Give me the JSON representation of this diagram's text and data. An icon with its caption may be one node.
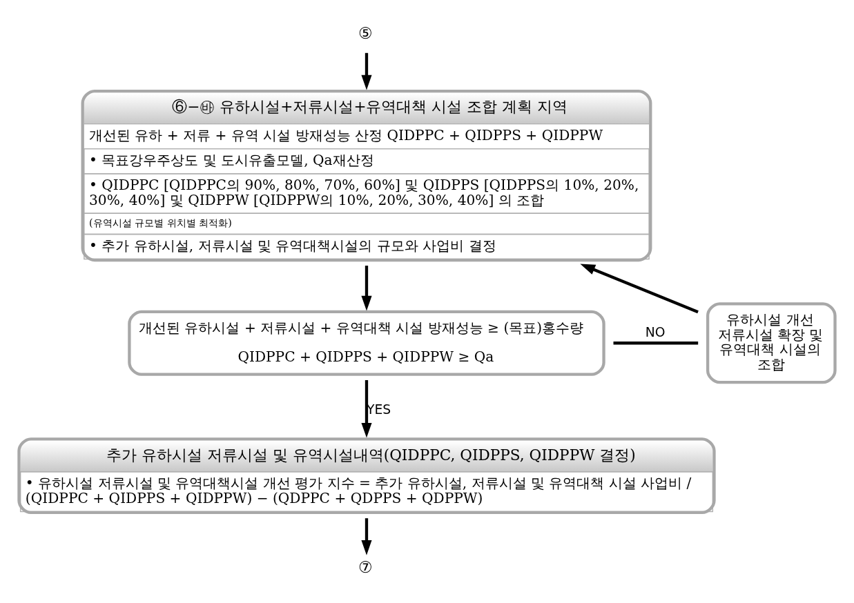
{
  "diagram": {
    "nodes": [
      {
        "text": [
          "⑤"
        ]
      },
      {
        "text": [
          "⑥−㉳ 유하시설+저류시설+유역대책 시설 조합 계획 지역",
          "개선된 유하 + 저류 + 유역 시설 방재성능 산정 QIDPPC + QIDPPS + QIDPPW",
          "• 목표강우주상도 및 도시유출모델, Qa재산정",
          "• QIDPPC [QIDPPC의 90%, 80%, 70%, 60%] 및 QIDPPS [QIDPPS의 10%, 20%, 30%, 40%] 및 QIDPPW [QIDPPW의 10%, 20%, 30%, 40%] 의 조합",
          "(유역시설 규모별 위치별 최적화)",
          "• 추가 유하시설, 저류시설 및 유역대책시설의 규모와 사업비 결정"
        ]
      },
      {
        "text": [
          "개선된 유하시설 + 저류시설 + 유역대책 시설 방재성능 ≥ (목표)홍수량",
          "QIDPPC + QIDPPS + QIDPPW ≥ Qa"
        ]
      },
      {
        "text": [
          "유하시설 개선 저류시설 확장 및 유역대책 시설의 조합"
        ]
      },
      {
        "text": [
          "추가 유하시설 저류시설 및 유역시설내역(QIDPPC, QIDPPS, QIDPPW 결정)",
          "• 유하시설 저류시설 및 유역대책시설 개선 평가 지수 = 추가 유하시설, 저류시설 및 유역대책 시설 사업비 / (QIDPPC + QIDPPS + QIDPPW) − (QDPPC + QDPPS + QDPPW)"
        ]
      },
      {
        "text": [
          "⑦"
        ]
      }
    ],
    "edges": [
      {
        "from": 0,
        "to": 1,
        "arrow": "to"
      },
      {
        "from": 1,
        "to": 2,
        "arrow": "to"
      },
      {
        "from": 2,
        "to": 4,
        "arrow": "to",
        "label": "YES"
      },
      {
        "from": 2,
        "to": 3,
        "arrow": "none",
        "label": "NO"
      },
      {
        "from": 3,
        "to": 1,
        "arrow": "to"
      },
      {
        "from": 4,
        "to": 5,
        "arrow": "to"
      }
    ]
  }
}
